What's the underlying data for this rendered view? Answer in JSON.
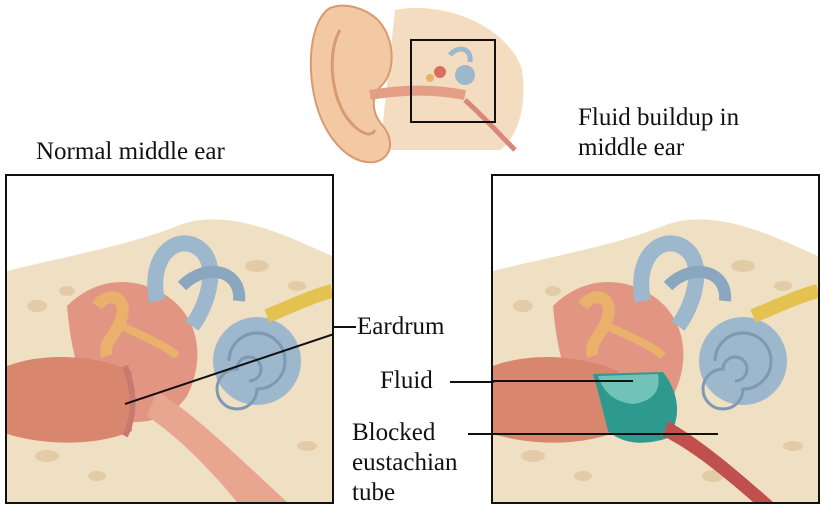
{
  "titles": {
    "normal": "Normal middle ear",
    "fluid_line1": "Fluid buildup in",
    "fluid_line2": "middle ear"
  },
  "callouts": {
    "eardrum": "Eardrum",
    "fluid": "Fluid",
    "blocked_line1": "Blocked",
    "blocked_line2": "eustachian",
    "blocked_line3": "tube"
  },
  "colors": {
    "bone": "#efe0c4",
    "tissue": "#e8a58f",
    "cochlea": "#9db7cc",
    "ossicle": "#e9b16b",
    "fluid": "#2e9a8f"
  }
}
